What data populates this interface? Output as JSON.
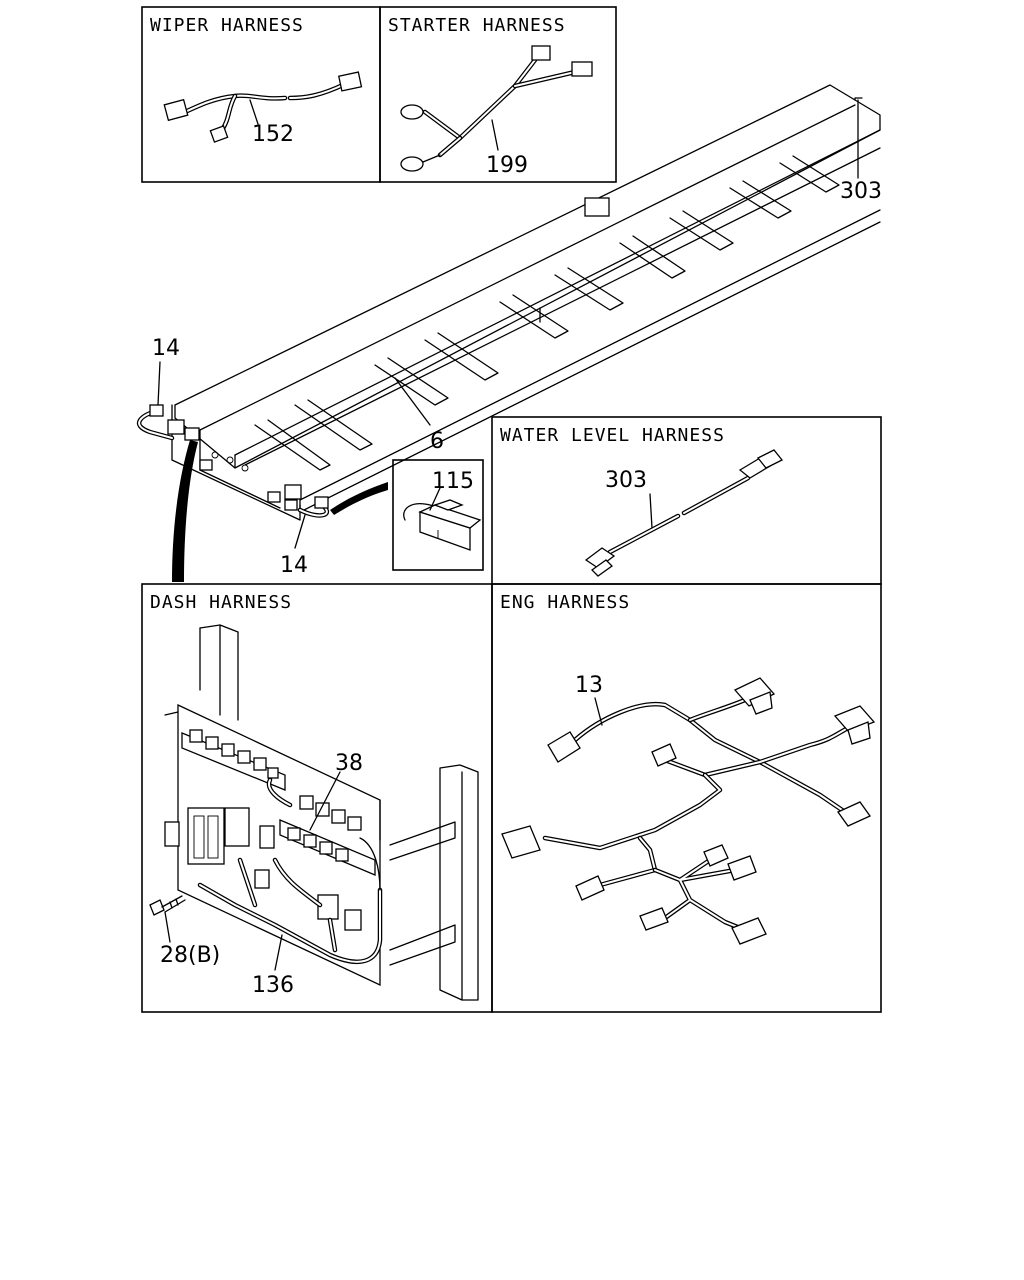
{
  "panels": {
    "wiper": {
      "title": "WIPER HARNESS",
      "part": "152"
    },
    "starter": {
      "title": "STARTER HARNESS",
      "part": "199"
    },
    "water_level": {
      "title": "WATER LEVEL HARNESS",
      "part": "303"
    },
    "dash": {
      "title": "DASH HARNESS",
      "parts": {
        "relay": "38",
        "bolt": "28(B)",
        "harness": "136"
      }
    },
    "eng": {
      "title": "ENG HARNESS",
      "part": "13"
    },
    "clip_inset": {
      "part": "115"
    }
  },
  "frame": {
    "callouts": {
      "frame_rail": "6",
      "clip_upper": "14",
      "clip_lower": "14",
      "rear_harness": "303"
    }
  }
}
